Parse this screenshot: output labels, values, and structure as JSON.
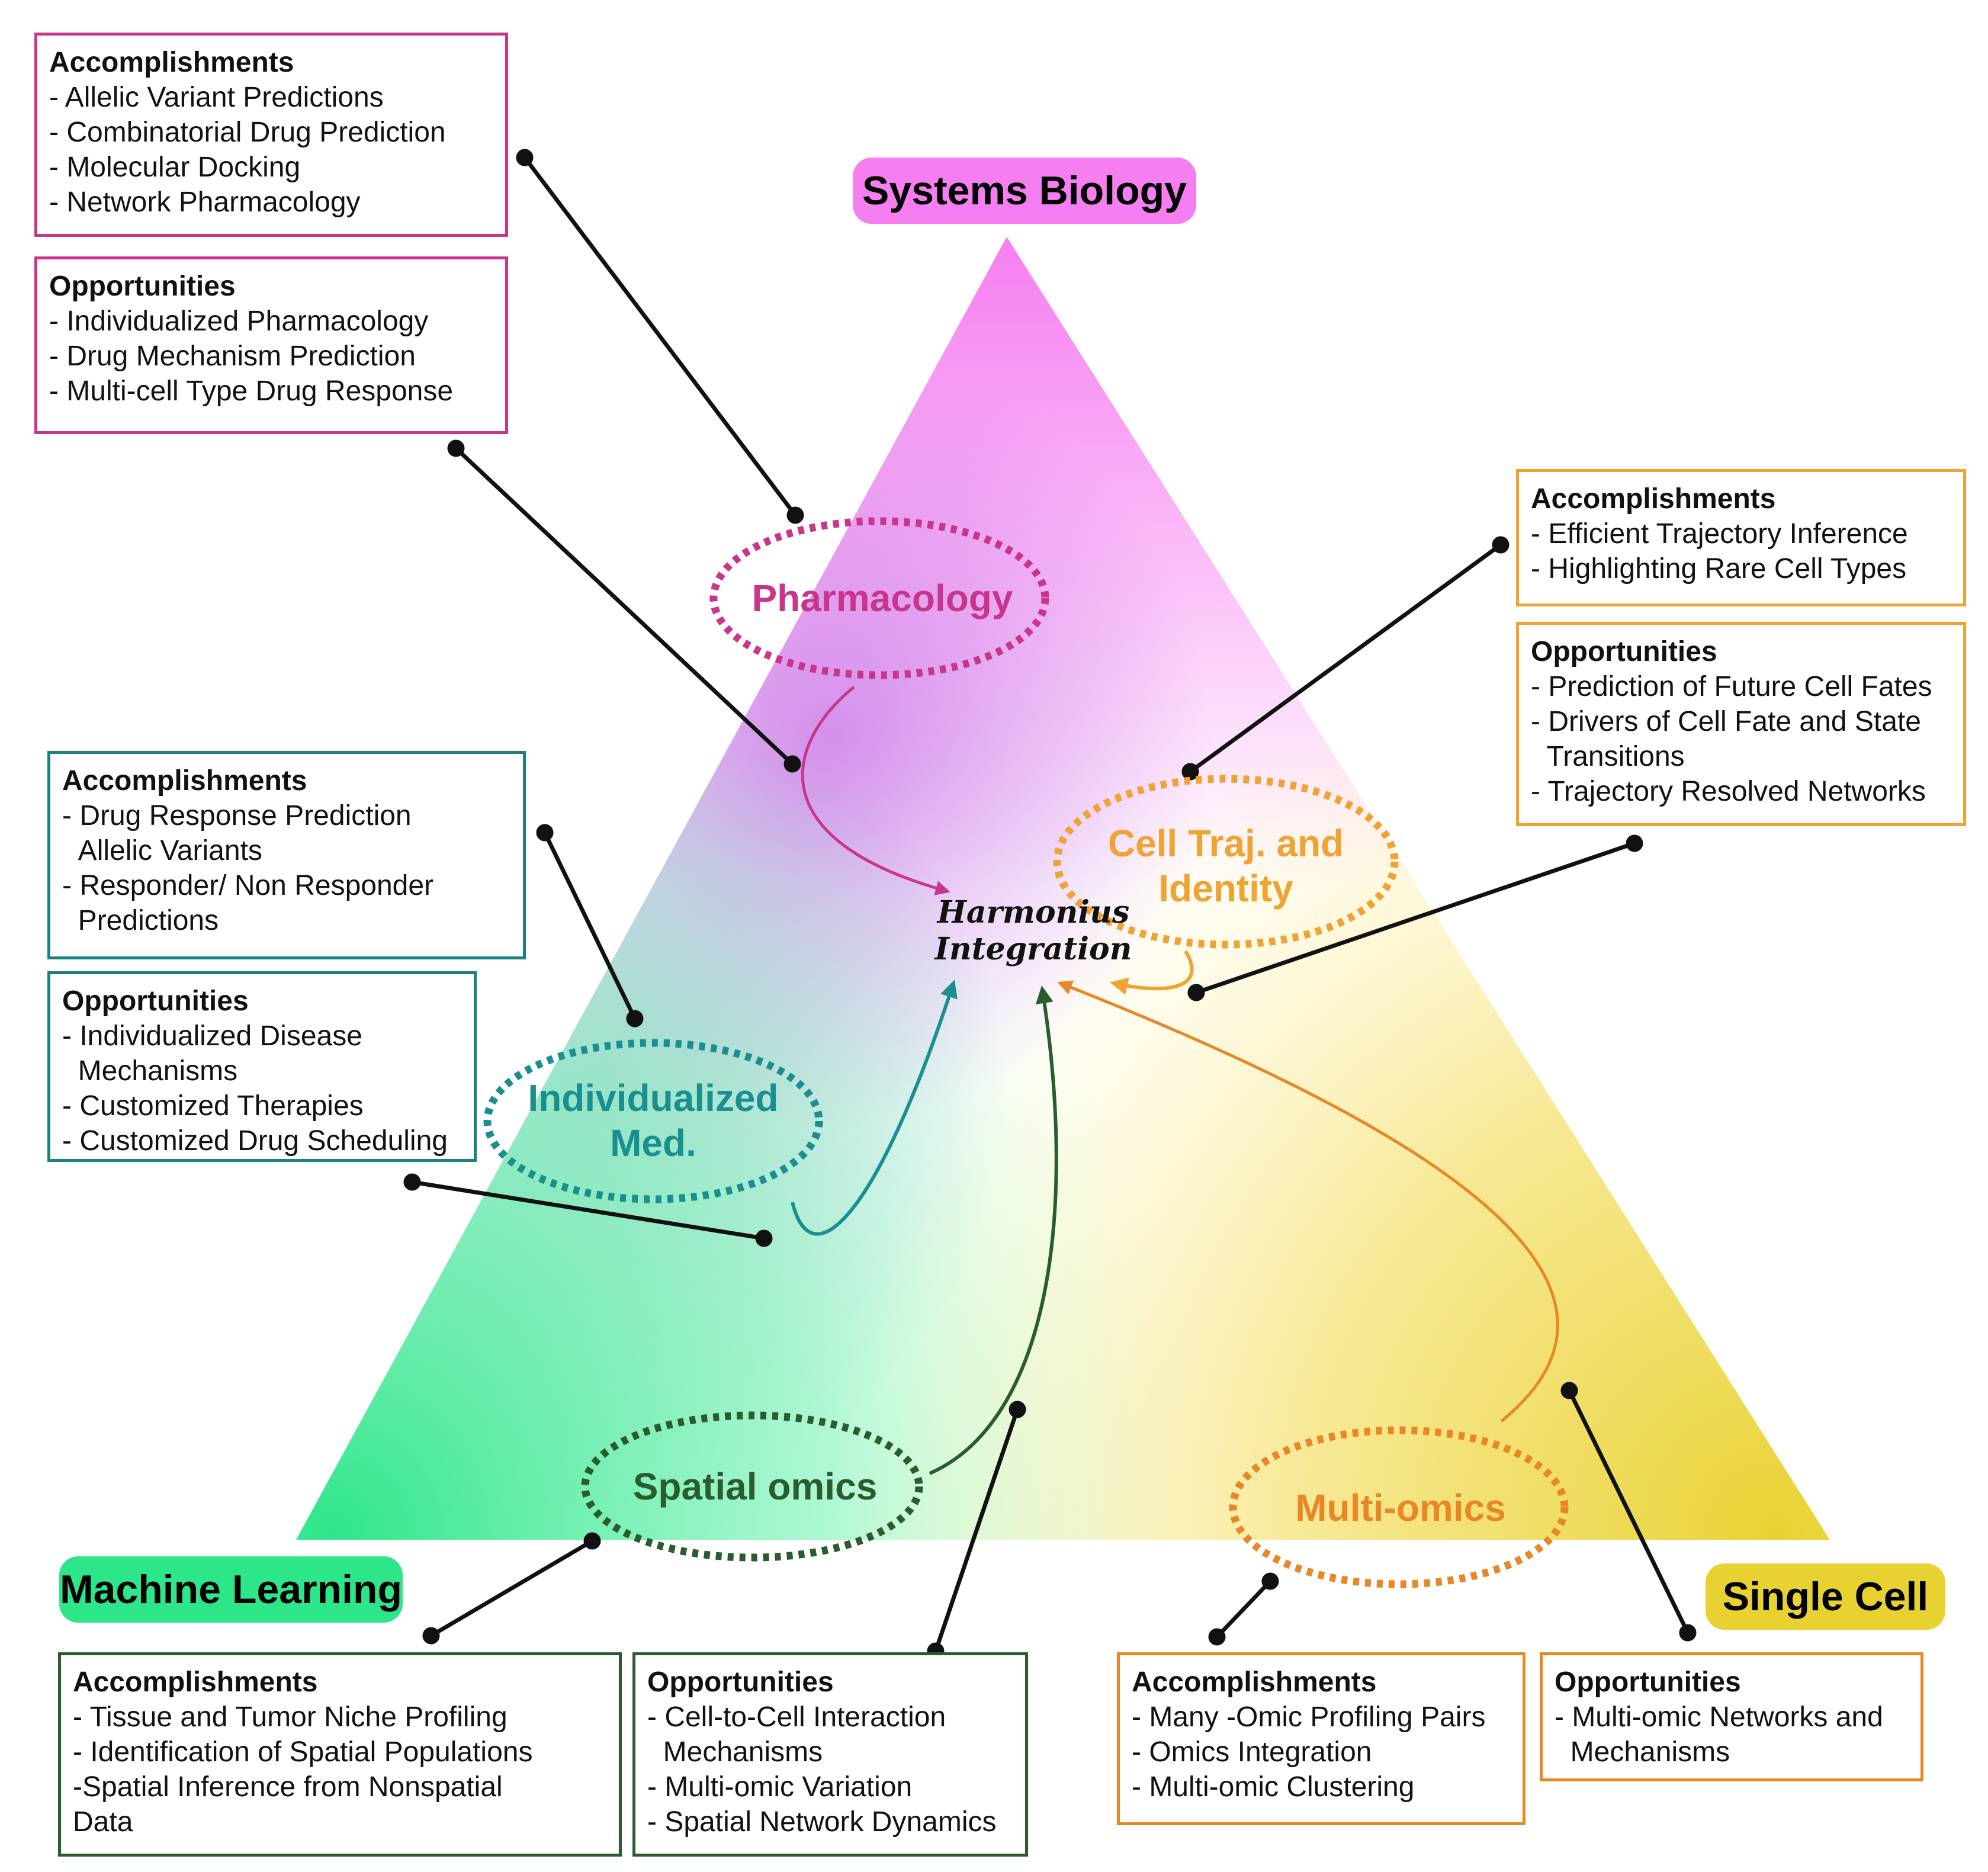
{
  "center_label": [
    "Harmonius",
    "Integration"
  ],
  "corners": {
    "systems_biology": "Systems Biology",
    "machine_learning": "Machine Learning",
    "single_cell": "Single Cell"
  },
  "nodes": {
    "pharmacology": [
      "Pharmacology"
    ],
    "cell_traj": [
      "Cell Traj. and",
      "Identity"
    ],
    "individualized": [
      "Individualized",
      "Med."
    ],
    "spatial": [
      "Spatial omics"
    ],
    "multiomics": [
      "Multi-omics"
    ]
  },
  "colors": {
    "pink": "#c9358c",
    "orange": "#f0a232",
    "teal": "#1a8f8f",
    "dark_green": "#2a5c2f",
    "dark_orange": "#e98625",
    "systems_biology_fill": "#f57ef0",
    "machine_learning_fill": "#2ee68a",
    "single_cell_fill": "#e8d232"
  },
  "boxes": {
    "pharm_acc": {
      "heading": "Accomplishments",
      "items": [
        "- Allelic Variant Predictions",
        "- Combinatorial Drug Prediction",
        "- Molecular Docking",
        "- Network Pharmacology"
      ]
    },
    "pharm_opp": {
      "heading": "Opportunities",
      "items": [
        "- Individualized Pharmacology",
        "- Drug Mechanism Prediction",
        "- Multi-cell Type Drug Response"
      ]
    },
    "cell_acc": {
      "heading": "Accomplishments",
      "items": [
        "- Efficient Trajectory Inference",
        "- Highlighting Rare Cell Types"
      ]
    },
    "cell_opp": {
      "heading": "Opportunities",
      "items": [
        "- Prediction of Future Cell Fates",
        "- Drivers of Cell Fate and State",
        "  Transitions",
        "- Trajectory Resolved Networks"
      ]
    },
    "ind_acc": {
      "heading": "Accomplishments",
      "items": [
        "- Drug Response Prediction",
        "  Allelic Variants",
        "- Responder/ Non Responder",
        "  Predictions"
      ]
    },
    "ind_opp": {
      "heading": "Opportunities",
      "items": [
        "- Individualized Disease",
        "  Mechanisms",
        "- Customized Therapies",
        "- Customized Drug Scheduling"
      ]
    },
    "spatial_acc": {
      "heading": "Accomplishments",
      "items": [
        "- Tissue and Tumor Niche Profiling",
        "- Identification of Spatial Populations",
        "-Spatial Inference from Nonspatial",
        "Data"
      ]
    },
    "spatial_opp": {
      "heading": "Opportunities",
      "items": [
        "- Cell-to-Cell Interaction",
        "  Mechanisms",
        "- Multi-omic Variation",
        "- Spatial Network Dynamics"
      ]
    },
    "multi_acc": {
      "heading": "Accomplishments",
      "items": [
        "- Many -Omic Profiling Pairs",
        "- Omics Integration",
        "- Multi-omic Clustering"
      ]
    },
    "multi_opp": {
      "heading": "Opportunities",
      "items": [
        "- Multi-omic Networks and",
        "  Mechanisms"
      ]
    }
  }
}
